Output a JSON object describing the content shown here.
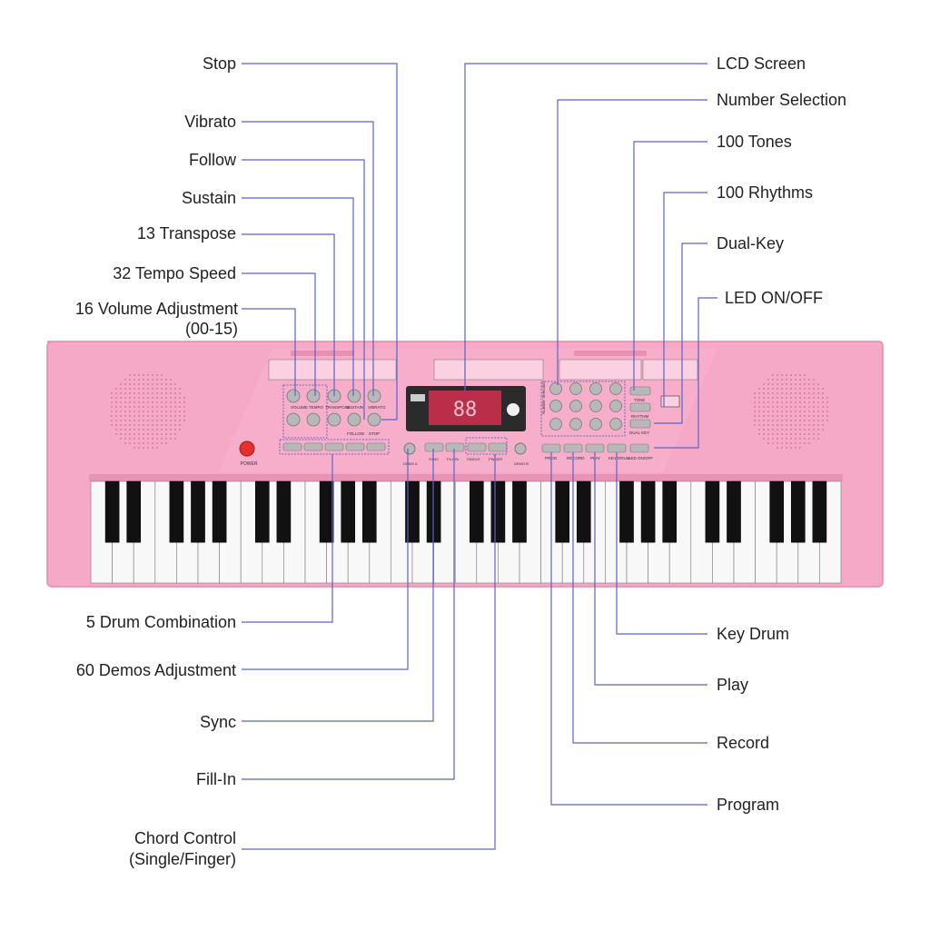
{
  "colors": {
    "body": "#f6a9c6",
    "body_dark": "#e98fb2",
    "speaker_dot": "#d57b9e",
    "callout": "#5a64c8",
    "lcd_bg": "#2b2b2b",
    "lcd_screen": "#b92f4a",
    "power_button": "#e5302e"
  },
  "labels_left": {
    "stop": "Stop",
    "vibrato": "Vibrato",
    "follow": "Follow",
    "sustain": "Sustain",
    "transpose": "13 Transpose",
    "tempo": "32 Tempo Speed",
    "volume_line1": "16 Volume Adjustment",
    "volume_line2": "(00-15)",
    "drum_combination": "5 Drum Combination",
    "demos": "60 Demos Adjustment",
    "sync": "Sync",
    "fill_in": "Fill-In",
    "chord_line1": "Chord Control",
    "chord_line2": "(Single/Finger)"
  },
  "labels_right": {
    "lcd_screen": "LCD Screen",
    "number_selection": "Number Selection",
    "tones": "100 Tones",
    "rhythms": "100 Rhythms",
    "dual_key": "Dual-Key",
    "led": "LED ON/OFF",
    "key_drum": "Key Drum",
    "play": "Play",
    "record": "Record",
    "program": "Program"
  },
  "panel_text": {
    "power": "POWER",
    "volume": "VOLUME",
    "tempo": "TEMPO",
    "transpose": "TRANSPOSE",
    "sustain": "SUSTAIN",
    "vibrato": "VIBRATO",
    "follow": "FOLLOW",
    "stop": "STOP",
    "demo_a": "DEMO A",
    "demo_b": "DEMO B",
    "sync": "SYNC",
    "fill_in": "FILL IN",
    "single": "SINGLE",
    "finger": "FINGER",
    "tone": "TONE",
    "rhythm": "RHYTHM",
    "dual_key": "DUAL KEY",
    "prog": "PROG",
    "record": "RECORD",
    "play": "PLAY",
    "key_drum": "KEY DRUM",
    "led_onoff": "LED ON/OFF",
    "number_selection": "Number Selection",
    "lcd_digits": "88"
  },
  "keyboard": {
    "white_keys": 35,
    "black_pattern": [
      1,
      1,
      0,
      1,
      1,
      1,
      0
    ]
  }
}
